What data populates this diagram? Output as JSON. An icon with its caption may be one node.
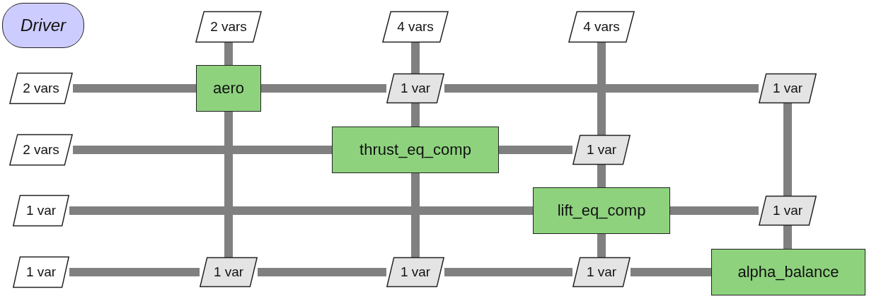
{
  "diagram": {
    "nodes": [
      {
        "text": [
          "Driver"
        ]
      },
      {
        "text": [
          "2 vars"
        ]
      },
      {
        "text": [
          "4 vars"
        ]
      },
      {
        "text": [
          "4 vars"
        ]
      },
      {
        "text": [
          "2 vars"
        ]
      },
      {
        "text": [
          "aero"
        ]
      },
      {
        "text": [
          "1 var"
        ]
      },
      {
        "text": [
          "1 var"
        ]
      },
      {
        "text": [
          "2 vars"
        ]
      },
      {
        "text": [
          "thrust_eq_comp"
        ]
      },
      {
        "text": [
          "1 var"
        ]
      },
      {
        "text": [
          "1 var"
        ]
      },
      {
        "text": [
          "lift_eq_comp"
        ]
      },
      {
        "text": [
          "1 var"
        ]
      },
      {
        "text": [
          "1 var"
        ]
      },
      {
        "text": [
          "1 var"
        ]
      },
      {
        "text": [
          "1 var"
        ]
      },
      {
        "text": [
          "1 var"
        ]
      },
      {
        "text": [
          "alpha_balance"
        ]
      }
    ],
    "edges": [
      {
        "from": 1,
        "to": 5,
        "arrow": "none"
      },
      {
        "from": 5,
        "to": 15,
        "arrow": "none"
      },
      {
        "from": 2,
        "to": 6,
        "arrow": "none"
      },
      {
        "from": 6,
        "to": 9,
        "arrow": "none"
      },
      {
        "from": 9,
        "to": 16,
        "arrow": "none"
      },
      {
        "from": 3,
        "to": 10,
        "arrow": "none"
      },
      {
        "from": 10,
        "to": 12,
        "arrow": "none"
      },
      {
        "from": 12,
        "to": 17,
        "arrow": "none"
      },
      {
        "from": 7,
        "to": 13,
        "arrow": "none"
      },
      {
        "from": 13,
        "to": 18,
        "arrow": "none"
      },
      {
        "from": 4,
        "to": 5,
        "arrow": "none"
      },
      {
        "from": 5,
        "to": 6,
        "arrow": "none"
      },
      {
        "from": 6,
        "to": 7,
        "arrow": "none"
      },
      {
        "from": 8,
        "to": 9,
        "arrow": "none"
      },
      {
        "from": 9,
        "to": 10,
        "arrow": "none"
      },
      {
        "from": 11,
        "to": 12,
        "arrow": "none"
      },
      {
        "from": 12,
        "to": 13,
        "arrow": "none"
      },
      {
        "from": 14,
        "to": 15,
        "arrow": "none"
      },
      {
        "from": 15,
        "to": 16,
        "arrow": "none"
      },
      {
        "from": 16,
        "to": 17,
        "arrow": "none"
      },
      {
        "from": 17,
        "to": 18,
        "arrow": "none"
      }
    ]
  }
}
